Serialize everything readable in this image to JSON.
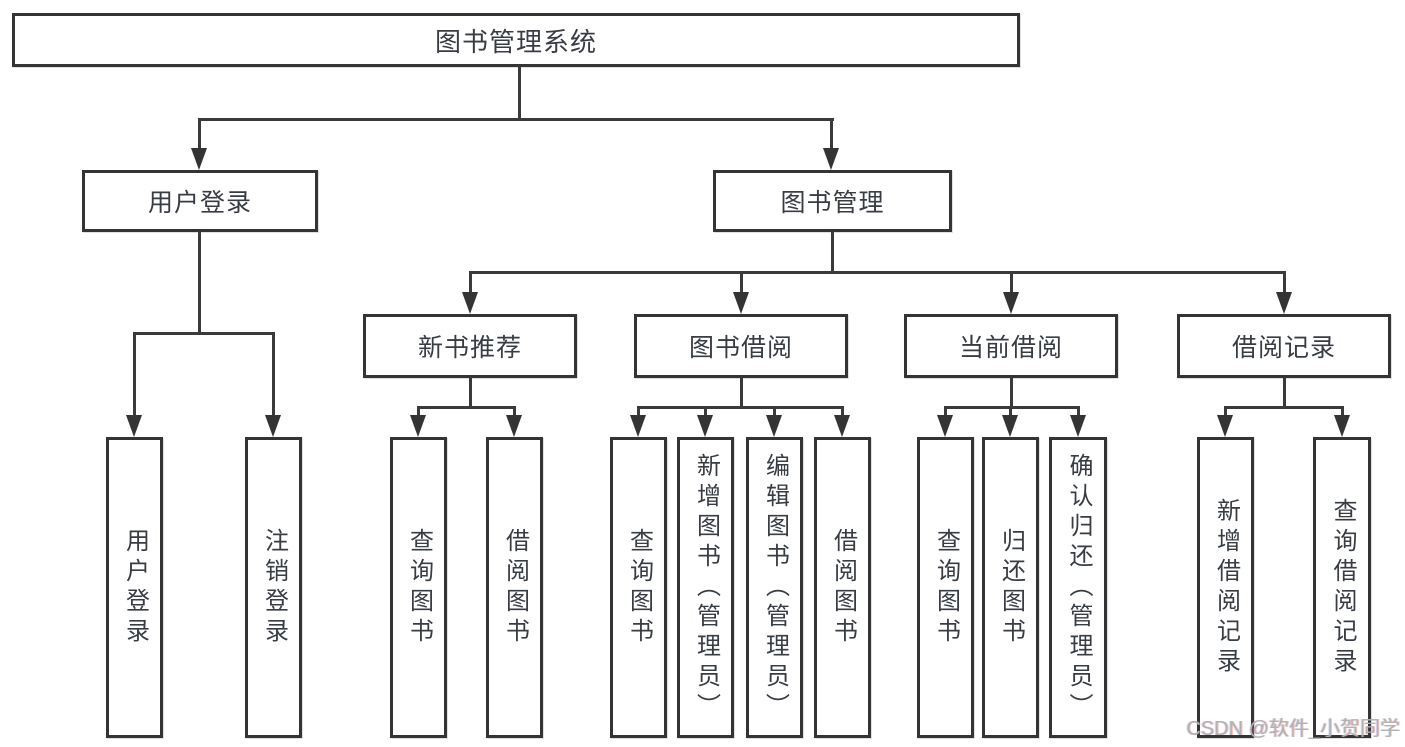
{
  "diagram": {
    "root": "图书管理系统",
    "user_login": {
      "label": "用户登录",
      "children": [
        "用户登录",
        "注销登录"
      ]
    },
    "book_management": {
      "label": "图书管理",
      "sections": [
        {
          "label": "新书推荐",
          "children": [
            "查询图书",
            "借阅图书"
          ]
        },
        {
          "label": "图书借阅",
          "children": [
            "查询图书",
            "新增图书（管理员）",
            "编辑图书（管理员）",
            "借阅图书"
          ]
        },
        {
          "label": "当前借阅",
          "children": [
            "查询图书",
            "归还图书",
            "确认归还（管理员）"
          ]
        },
        {
          "label": "借阅记录",
          "children": [
            "新增借阅记录",
            "查询借阅记录"
          ]
        }
      ]
    },
    "watermark": "CSDN @软件_小贺同学",
    "colors": {
      "line": "#3a3a3a",
      "text": "#383d44",
      "background": "#ffffff",
      "watermark": "#b2b2b2"
    }
  }
}
